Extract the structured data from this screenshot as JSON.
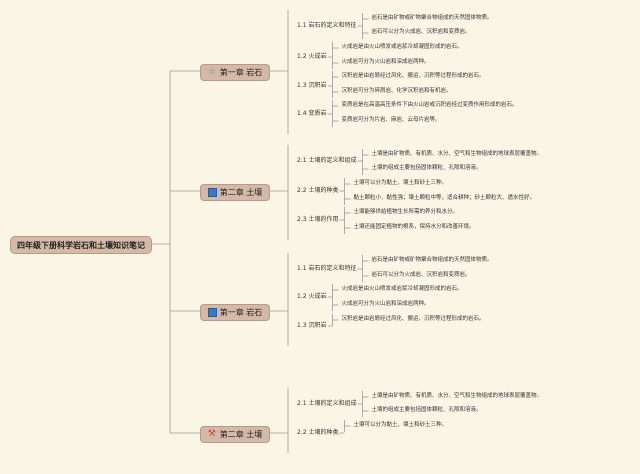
{
  "root": {
    "label": "四年级下册科学岩石和土壤知识笔记"
  },
  "chapters": [
    {
      "label": "第一章 岩石",
      "icon": "star-icon",
      "sections": [
        {
          "label": "1.1 岩石的定义和特征",
          "leaves": [
            "岩石是由矿物或矿物聚合物组成的天然固体物质。",
            "岩石可以分为火成岩、沉积岩和变质岩。"
          ]
        },
        {
          "label": "1.2 火成岩",
          "leaves": [
            "火成岩是由火山喷发或岩浆冷却凝固形成的岩石。",
            "火成岩可分为火山岩和深成岩两种。"
          ]
        },
        {
          "label": "1.3 沉积岩",
          "leaves": [
            "沉积岩是由岩屑经过风化、搬运、沉积等过程形成的岩石。",
            "沉积岩可分为碎屑岩、化学沉积岩和有机岩。"
          ]
        },
        {
          "label": "1.4 变质岩",
          "leaves": [
            "变质岩是在高温高压条件下由火山岩或沉积岩经过变质作用形成的岩石。",
            "变质岩可分为片岩、麻岩、云母片岩等。"
          ]
        }
      ]
    },
    {
      "label": "第二章 土壤",
      "icon": "book-icon",
      "sections": [
        {
          "label": "2.1 土壤的定义和组成",
          "leaves": [
            "土壤是由矿物质、有机质、水分、空气和生物组成的地球表层覆盖物。",
            "土壤的组成主要包括固体颗粒、孔隙和溶液。"
          ]
        },
        {
          "label": "2.2 土壤的种类",
          "leaves": [
            "土壤可以分为黏土、壤土和砂土三种。",
            "黏土颗粒小、黏性强；壤土颗粒中等，适合耕种；砂土颗粒大、透水性好。"
          ]
        },
        {
          "label": "2.3 土壤的作用",
          "leaves": [
            "土壤能够供给植物生长所需的养分和水分。",
            "土壤还能固定植物的根系，保持水分和改善环境。"
          ]
        }
      ]
    },
    {
      "label": "第一章 岩石",
      "icon": "book-icon",
      "sections": [
        {
          "label": "1.1 岩石的定义和特征",
          "leaves": [
            "岩石是由矿物或矿物聚合物组成的天然固体物质。",
            "岩石可以分为火成岩、沉积岩和变质岩。"
          ]
        },
        {
          "label": "1.2 火成岩",
          "leaves": [
            "火成岩是由火山喷发或岩浆冷却凝固形成的岩石。",
            "火成岩可分为火山岩和深成岩两种。"
          ]
        },
        {
          "label": "1.3 沉积岩",
          "leaves": [
            "沉积岩是由岩屑经过风化、搬运、沉积等过程形成的岩石。"
          ]
        }
      ]
    },
    {
      "label": "第二章 土壤",
      "icon": "tools-icon",
      "sections": [
        {
          "label": "2.1 土壤的定义和组成",
          "leaves": [
            "土壤是由矿物质、有机质、水分、空气和生物组成的地球表层覆盖物。",
            "土壤的组成主要包括固体颗粒、孔隙和溶液。"
          ]
        },
        {
          "label": "2.2 土壤的种类",
          "leaves": [
            "土壤可以分为黏土、壤土和砂土三种。"
          ]
        }
      ]
    }
  ],
  "colors": {
    "background": "#fbf5e6",
    "node": "#d5b9a8",
    "line": "#9a9a9a"
  }
}
